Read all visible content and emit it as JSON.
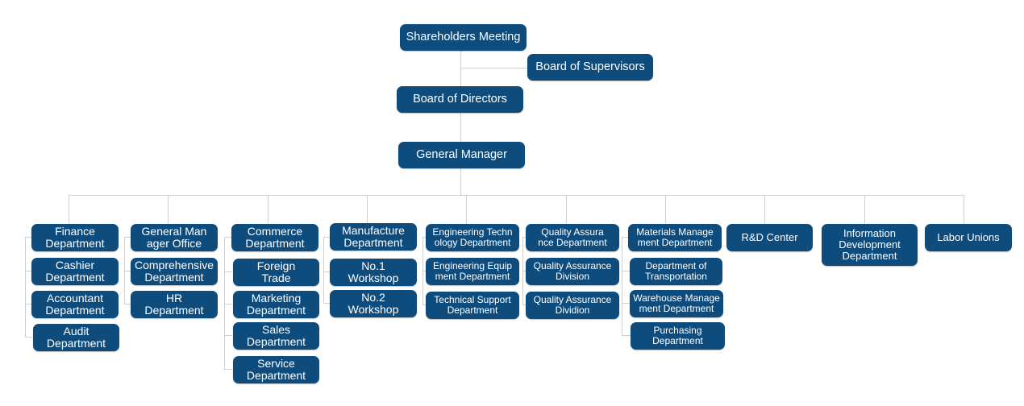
{
  "nodes": {
    "shareholders": "Shareholders Meeting",
    "supervisors": "Board of Supervisors",
    "directors": "Board of Directors",
    "gm": "General Manager",
    "finance": "Finance\nDepartment",
    "cashier": "Cashier\nDepartment",
    "accountant": "Accountant\nDepartment",
    "audit": "Audit\nDepartment",
    "gm_office": "General Man\nager Office",
    "comprehensive": "Comprehensive\nDepartment",
    "hr": "HR\nDepartment",
    "commerce": "Commerce\nDepartment",
    "foreign_trade": "Foreign\nTrade",
    "marketing": "Marketing\nDepartment",
    "sales": "Sales\nDepartment",
    "service": "Service\nDepartment",
    "manufacture": "Manufacture\nDepartment",
    "workshop1": "No.1\nWorkshop",
    "workshop2": "No.2\nWorkshop",
    "eng_tech": "Engineering Techn\nology Department",
    "eng_equip": "Engineering Equip\nment Department",
    "tech_support": "Technical Support\nDepartment",
    "qa_dept": "Quality Assura\nnce Department",
    "qa_division": "Quality Assurance\nDivision",
    "qa_dividion": "Quality Assurance\nDividion",
    "materials": "Materials Manage\nment Department",
    "transportation": "Department of\nTransportation",
    "warehouse": "Warehouse Manage\nment Department",
    "purchasing": "Purchasing\nDepartment",
    "rd": "R&D Center",
    "info_dev": "Information\nDevelopment\nDepartment",
    "labor": "Labor Unions"
  },
  "colors": {
    "box": "#0e4c7e",
    "text": "#ffffff",
    "line": "#cfcfcf"
  }
}
